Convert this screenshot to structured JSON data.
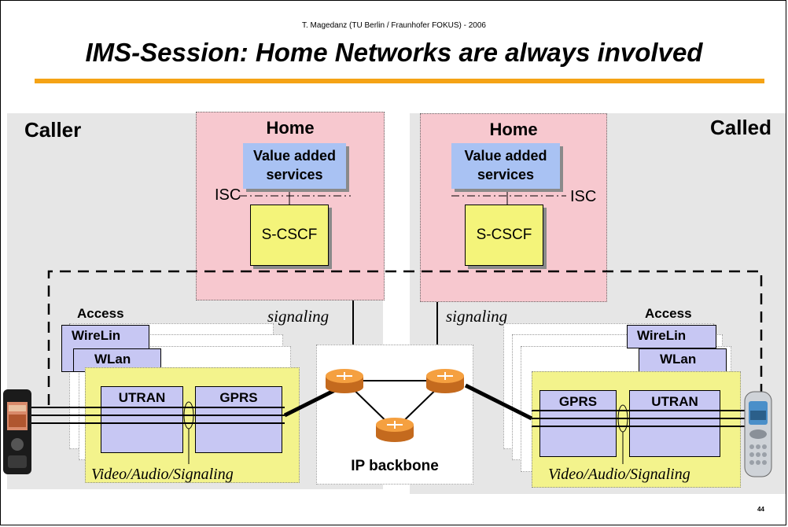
{
  "header": {
    "author": "T. Magedanz (TU Berlin / Fraunhofer FOKUS) - 2006",
    "title": "IMS-Session: Home Networks are always involved"
  },
  "left": {
    "side_label": "Caller",
    "home_label": "Home",
    "vas_line1": "Value added",
    "vas_line2": "services",
    "isc_label": "ISC",
    "scscf_label": "S-CSCF",
    "signaling_label": "signaling",
    "access_label": "Access",
    "wireline_label": "WireLin",
    "wlan_label": "WLan",
    "tech1_label": "UTRAN",
    "tech2_label": "GPRS",
    "media_label": "Video/Audio/Signaling"
  },
  "right": {
    "side_label": "Called",
    "home_label": "Home",
    "vas_line1": "Value added",
    "vas_line2": "services",
    "isc_label": "ISC",
    "scscf_label": "S-CSCF",
    "signaling_label": "signaling",
    "access_label": "Access",
    "wireline_label": "WireLin",
    "wlan_label": "WLan",
    "tech1_label": "GPRS",
    "tech2_label": "UTRAN",
    "media_label": "Video/Audio/Signaling"
  },
  "backbone": {
    "label": "IP backbone"
  },
  "footer": {
    "page_number": "44"
  },
  "colors": {
    "accent_rule": "#f5a315",
    "home_fill": "#f7c8cf",
    "vas_fill": "#a9c2f3",
    "scscf_fill": "#f4f47a",
    "access_fill": "#f3f38c",
    "tech_fill": "#c7c7f3",
    "router": "#f5a040"
  }
}
